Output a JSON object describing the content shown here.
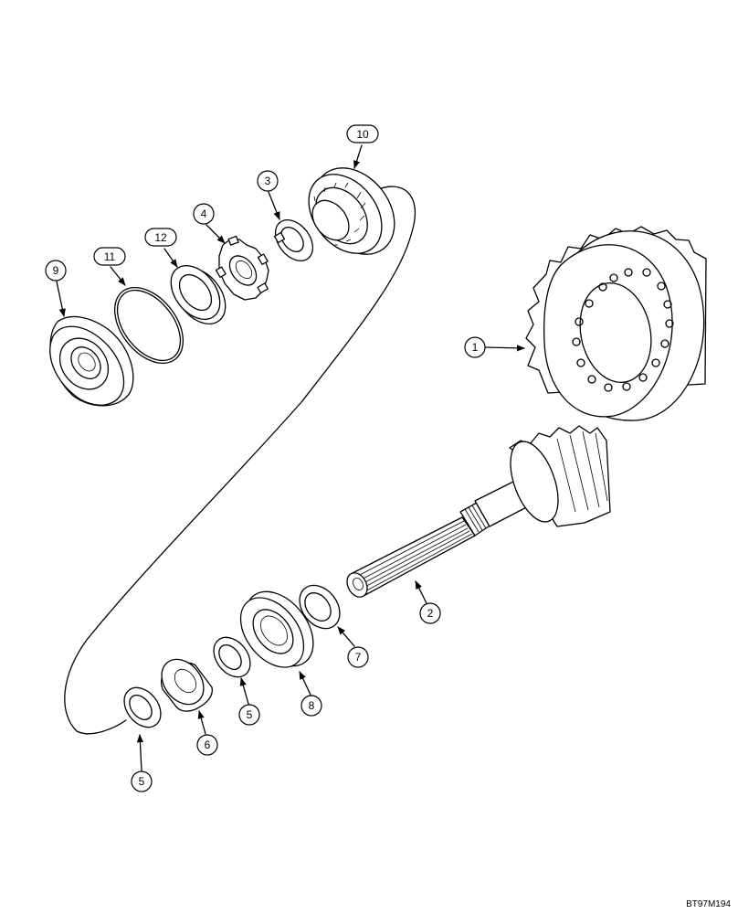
{
  "callouts": {
    "c1": "1",
    "c2": "2",
    "c3": "3",
    "c4": "4",
    "c5a": "5",
    "c5b": "5",
    "c6": "6",
    "c7": "7",
    "c8": "8",
    "c9": "9",
    "c10": "10",
    "c11": "11",
    "c12": "12"
  },
  "reference_code": "BT97M194"
}
